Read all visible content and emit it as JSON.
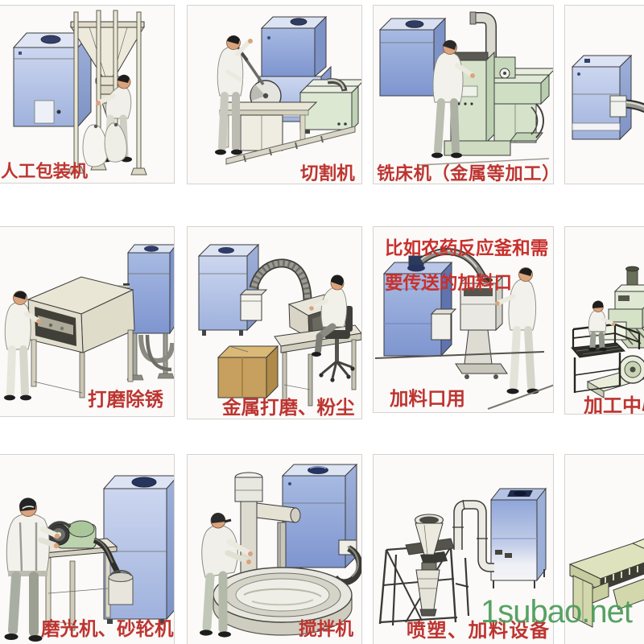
{
  "palette": {
    "label_red": "#bd3531",
    "watermark_green": "#4a9b57",
    "collector_blue": "#a9bce0",
    "machine_green": "#d6e3ca",
    "cell_background": "#fbfaf8",
    "cell_border": "#d5d3cf"
  },
  "watermark": {
    "text": "1subao.net"
  },
  "cells": [
    {
      "id": "manual-packing",
      "label": "人工包装机",
      "objects": [
        "dust-collector",
        "bag-filling-hopper-frame",
        "worker",
        "bags"
      ]
    },
    {
      "id": "cutting-machine",
      "label": "切割机",
      "objects": [
        "dust-collector",
        "cutting-wheel",
        "worker",
        "work-table",
        "rail"
      ]
    },
    {
      "id": "milling-machine",
      "label": "铣床机（金属等加工）",
      "objects": [
        "dust-collector",
        "milling-machine",
        "worker",
        "exhaust-pipe"
      ]
    },
    {
      "id": "dust-collector-unit",
      "label": "",
      "objects": [
        "dust-collector",
        "suction-hose"
      ]
    },
    {
      "id": "grinding-derusting",
      "label": "打磨除锈",
      "objects": [
        "grinding-booth",
        "worker",
        "dust-collector",
        "piping"
      ]
    },
    {
      "id": "metal-grinding-dust",
      "label": "金属打磨、粉尘",
      "objects": [
        "dust-collector",
        "flex-hose",
        "extraction-hood",
        "workbench",
        "worker",
        "cardboard-box"
      ]
    },
    {
      "id": "feeding-port",
      "label": "加料口用",
      "note_lines": [
        "比如农药反应釜和需",
        "要传送的加料口"
      ],
      "objects": [
        "dust-collector",
        "flex-hose",
        "feeder-machine",
        "worker"
      ]
    },
    {
      "id": "machining-center",
      "label": "加工中心",
      "objects": [
        "machining-center",
        "platform-railing",
        "worker"
      ]
    },
    {
      "id": "polisher-grinder",
      "label": "磨光机、砂轮机",
      "objects": [
        "worker",
        "grinding-wheel-table",
        "hose",
        "bucket",
        "dust-collector"
      ]
    },
    {
      "id": "mixer",
      "label": "搅拌机",
      "objects": [
        "worker",
        "mixing-bowl",
        "mixer-column",
        "dust-collector",
        "hose"
      ]
    },
    {
      "id": "spray-feeding",
      "label": "喷塑、加料设备",
      "objects": [
        "funnel-frame",
        "piping",
        "dust-collector"
      ]
    },
    {
      "id": "worktable",
      "label": "",
      "objects": [
        "work-table"
      ]
    }
  ]
}
